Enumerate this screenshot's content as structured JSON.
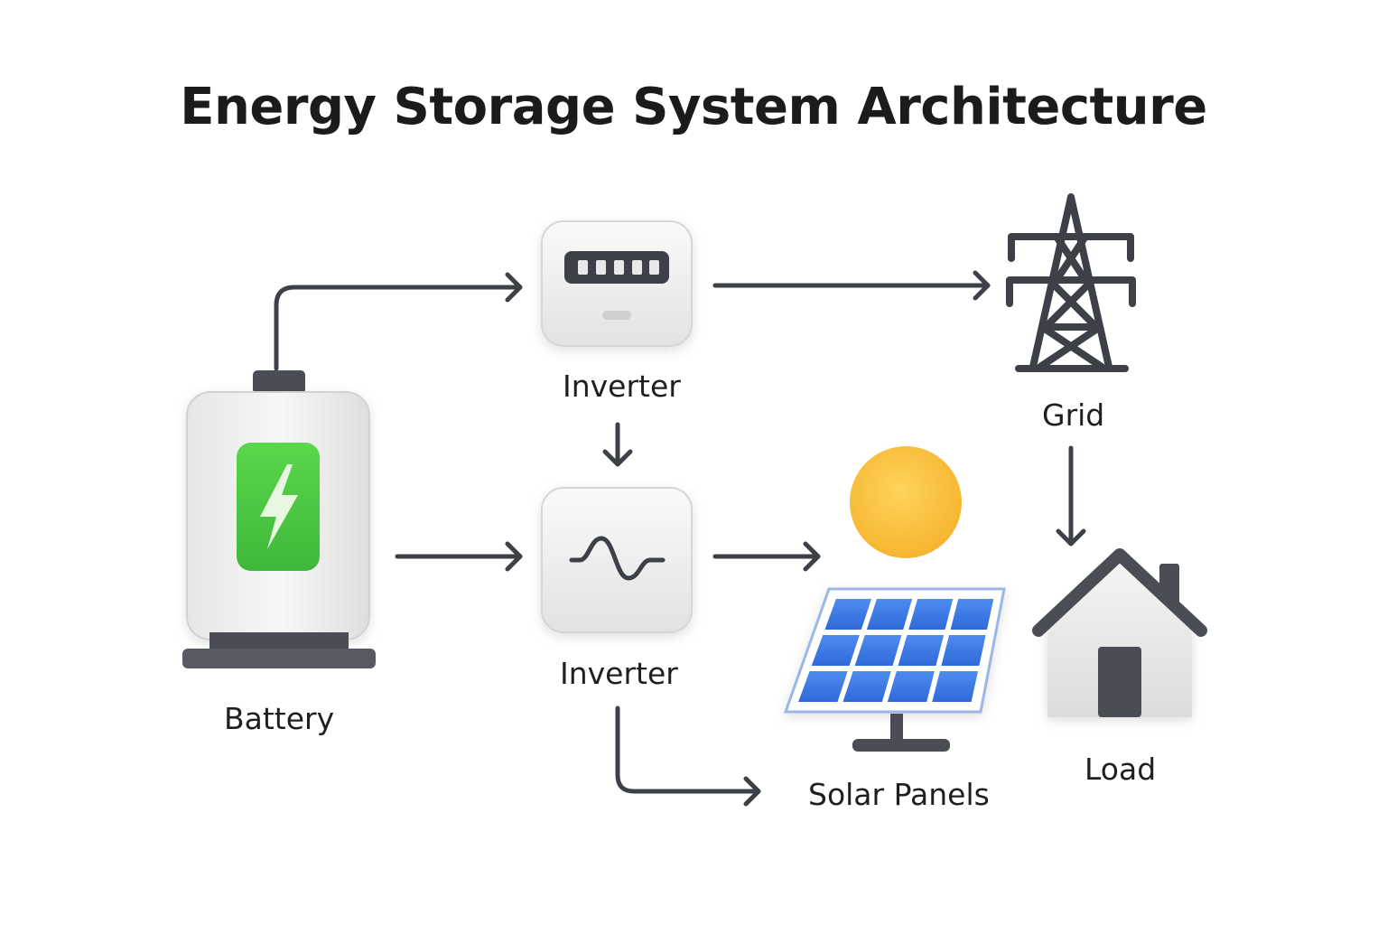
{
  "title": "Energy Storage System Architecture",
  "nodes": {
    "battery": {
      "label": "Battery",
      "icon": "battery-icon"
    },
    "inverter_top": {
      "label": "Inverter",
      "icon": "meter-icon"
    },
    "inverter_mid": {
      "label": "Inverter",
      "icon": "sine-wave-icon"
    },
    "grid": {
      "label": "Grid",
      "icon": "transmission-tower-icon"
    },
    "solar": {
      "label": "Solar Panels",
      "icon": "solar-panel-icon"
    },
    "load": {
      "label": "Load",
      "icon": "house-icon"
    }
  },
  "colors": {
    "stroke": "#3d4147",
    "battery_green": "#4fcf45",
    "sun": "#f8c13a",
    "panel_blue": "#3a79e6",
    "device_fill": "#efefef"
  }
}
